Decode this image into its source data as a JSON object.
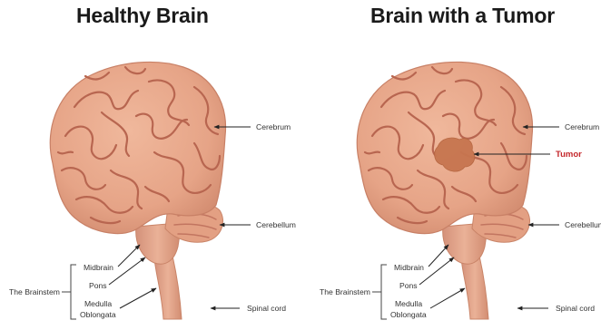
{
  "panels": {
    "healthy": {
      "title": "Healthy Brain",
      "labels": {
        "cerebrum": "Cerebrum",
        "cerebellum": "Cerebellum",
        "brainstem": "The Brainstem",
        "midbrain": "Midbrain",
        "pons": "Pons",
        "medulla_1": "Medulla",
        "medulla_2": "Oblongata",
        "spinal_cord": "Spinal cord"
      }
    },
    "tumor": {
      "title": "Brain with a Tumor",
      "labels": {
        "cerebrum": "Cerebrum",
        "tumor": "Tumor",
        "cerebellum": "Cerebellum",
        "brainstem": "The Brainstem",
        "midbrain": "Midbrain",
        "pons": "Pons",
        "medulla_1": "Medulla",
        "medulla_2": "Oblongata",
        "spinal_cord": "Spinal cord"
      }
    }
  },
  "colors": {
    "brain": "#e9a98d",
    "brain_shadow": "#d98e75",
    "gyrus_line": "#b86650",
    "stem": "#e2a386",
    "tumor": "#c7754f",
    "tumor_label": "#c4272b"
  }
}
